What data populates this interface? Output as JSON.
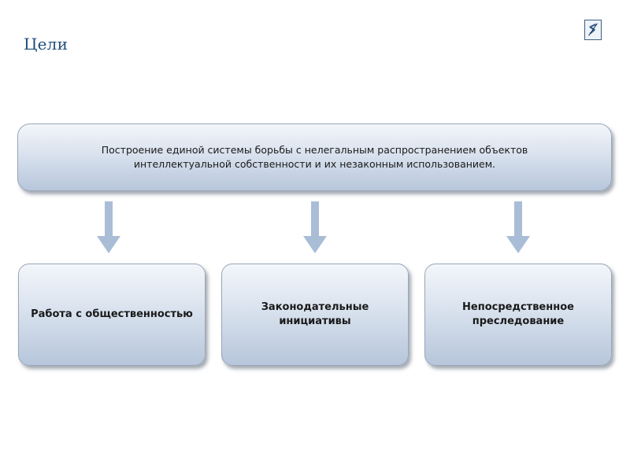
{
  "slide": {
    "title": "Цели"
  },
  "logo": {
    "icon": "logo-icon"
  },
  "top_box": {
    "text": "Построение единой системы борьбы с нелегальным распространением  объектов\nинтеллектуальной собственности и их незаконным использованием."
  },
  "bottom_boxes": [
    {
      "text": "Работа с общественностью"
    },
    {
      "text": "Законодательные\nинициативы"
    },
    {
      "text": "Непосредственное\nпреследование"
    }
  ],
  "colors": {
    "title": "#1f4e79",
    "box_top": "#f3f6fa",
    "box_bottom": "#b7c6db",
    "arrow": "#a9bdd6"
  }
}
